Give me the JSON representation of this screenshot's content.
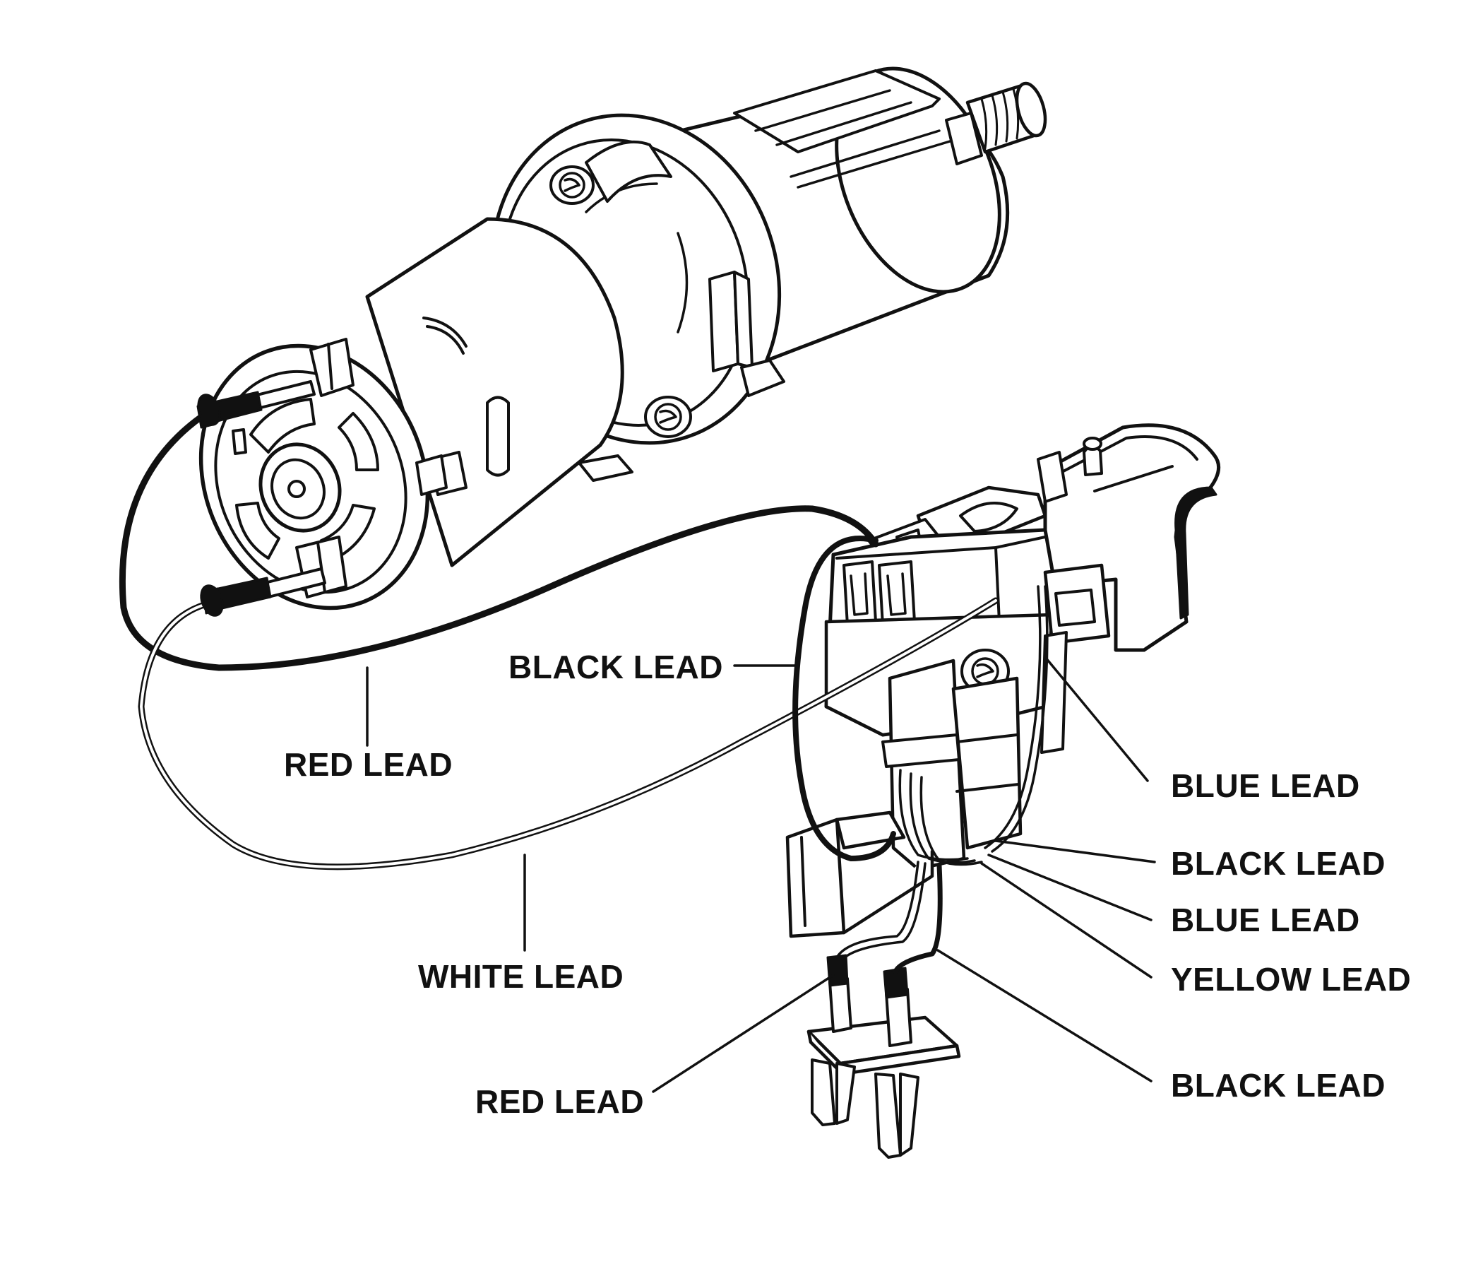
{
  "colors": {
    "ink": "#111111",
    "background": "#ffffff"
  },
  "labels": {
    "black_lead_left": "BLACK LEAD",
    "red_lead_left": "RED LEAD",
    "white_lead": "WHITE LEAD",
    "red_lead_bottom": "RED LEAD",
    "blue_lead_upper": "BLUE LEAD",
    "black_lead_upper": "BLACK LEAD",
    "blue_lead_lower": "BLUE LEAD",
    "yellow_lead": "YELLOW LEAD",
    "black_lead_bottom": "BLACK LEAD"
  }
}
